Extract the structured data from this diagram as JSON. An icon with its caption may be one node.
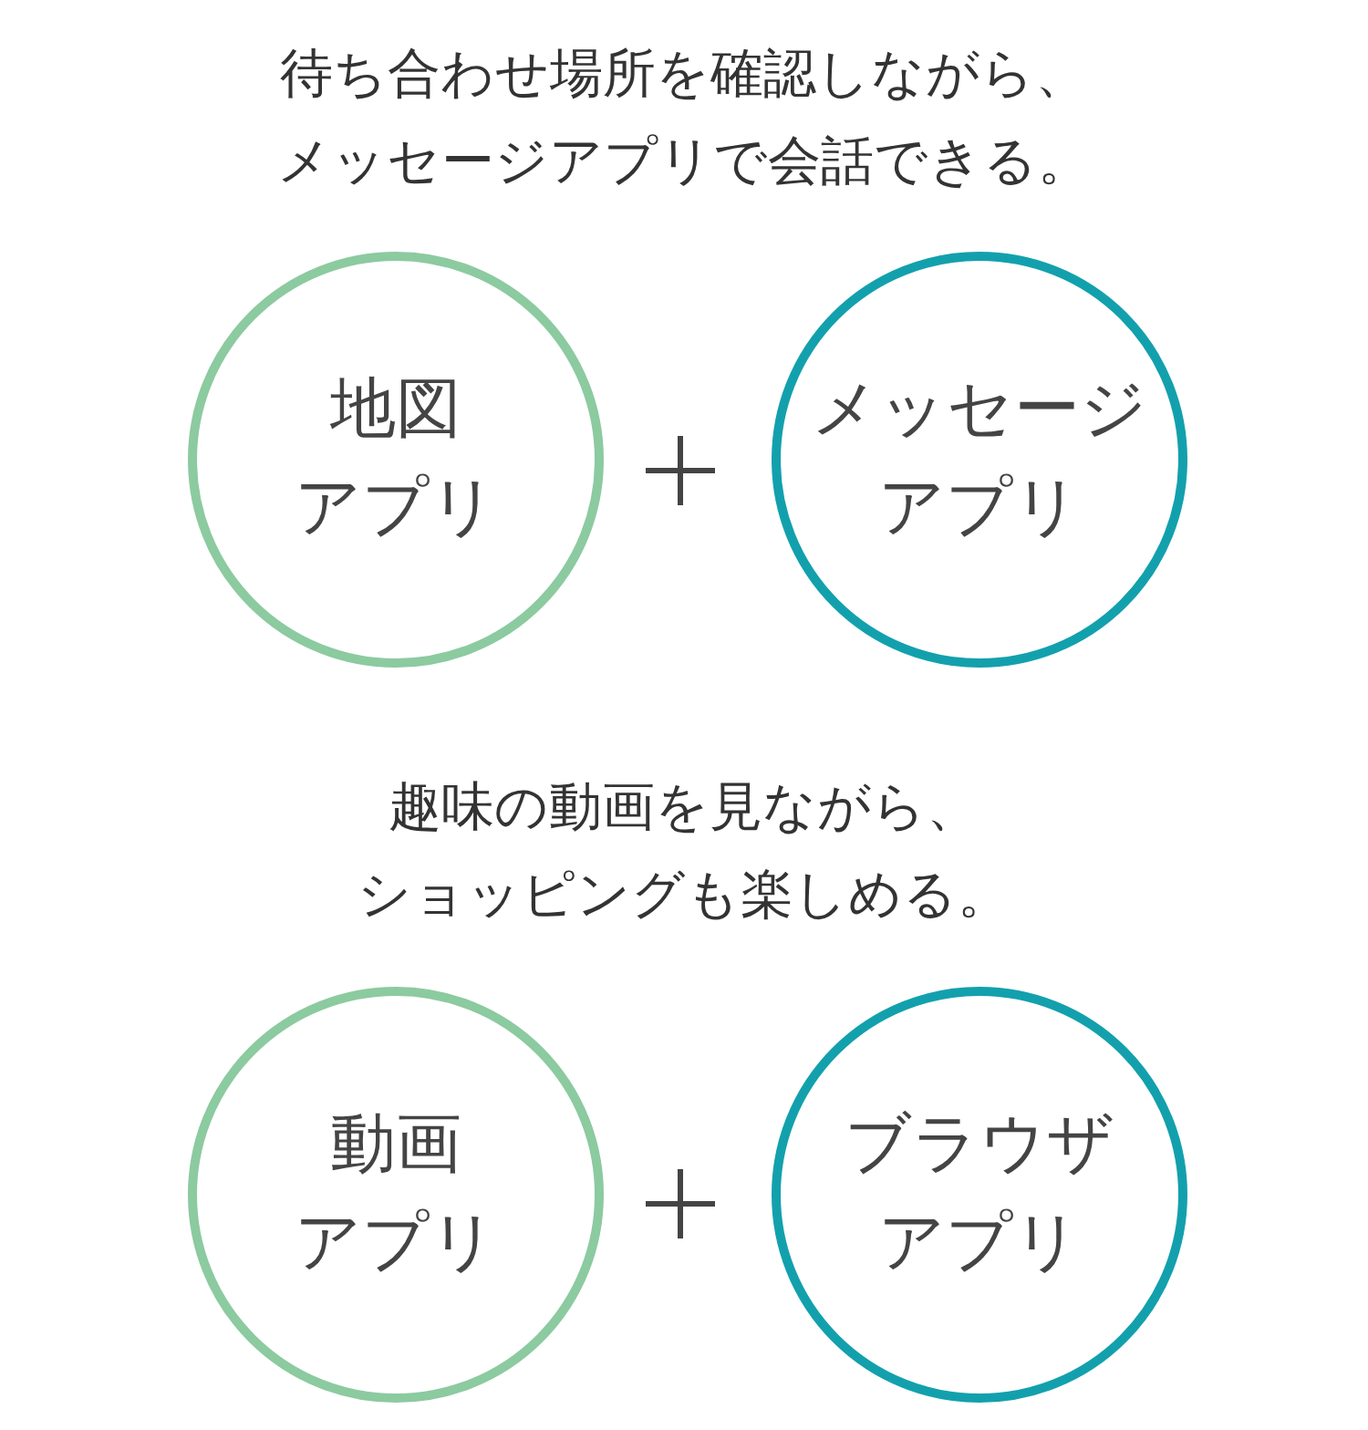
{
  "diagram": {
    "nodes": [
      {
        "text": [
          "地図",
          "アプリ"
        ]
      },
      {
        "text": [
          "メッセージ",
          "アプリ"
        ]
      },
      {
        "text": [
          "動画",
          "アプリ"
        ]
      },
      {
        "text": [
          "ブラウザ",
          "アプリ"
        ]
      }
    ],
    "labels": [
      "待ち合わせ場所を確認しながら、メッセージアプリで会話できる。",
      "趣味の動画を見ながら、ショッピングも楽しめる。"
    ]
  }
}
